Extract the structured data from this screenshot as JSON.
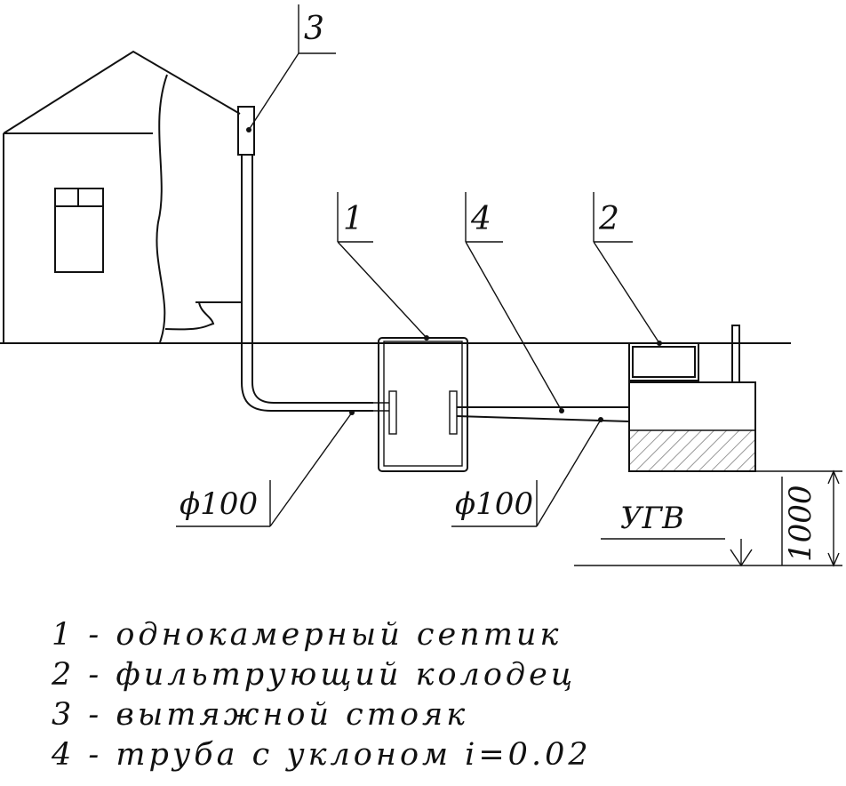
{
  "callouts": {
    "septic": "1",
    "filter_well": "2",
    "vent_stack": "3",
    "pipe": "4"
  },
  "dimensions": {
    "pipe_diameter_left": "ϕ100",
    "pipe_diameter_right": "ϕ100",
    "groundwater_label": "УГВ",
    "depth_to_groundwater": "1000"
  },
  "legend": [
    "1 - однокамерный септик",
    "2 - фильтрующий колодец",
    "3 - вытяжной стояк",
    "4 - труба с уклоном i=0.02"
  ]
}
